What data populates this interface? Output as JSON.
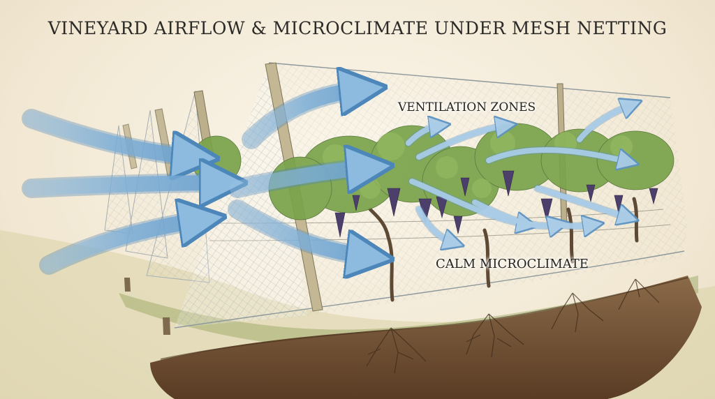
{
  "title": "VINEYARD AIRFLOW & MICROCLIMATE UNDER MESH NETTING",
  "labels": {
    "ventilation": "VENTILATION ZONES",
    "calm": "CALM MICROCLIMATE"
  },
  "colors": {
    "airflow_arrow": "#7fb0d8",
    "airflow_outline": "#4d86b8",
    "foliage": "#6f9a45",
    "grapes": "#4c3f6b",
    "soil": "#6b4a30",
    "post": "#b9ad8a",
    "netting": "#9aa3a6"
  }
}
